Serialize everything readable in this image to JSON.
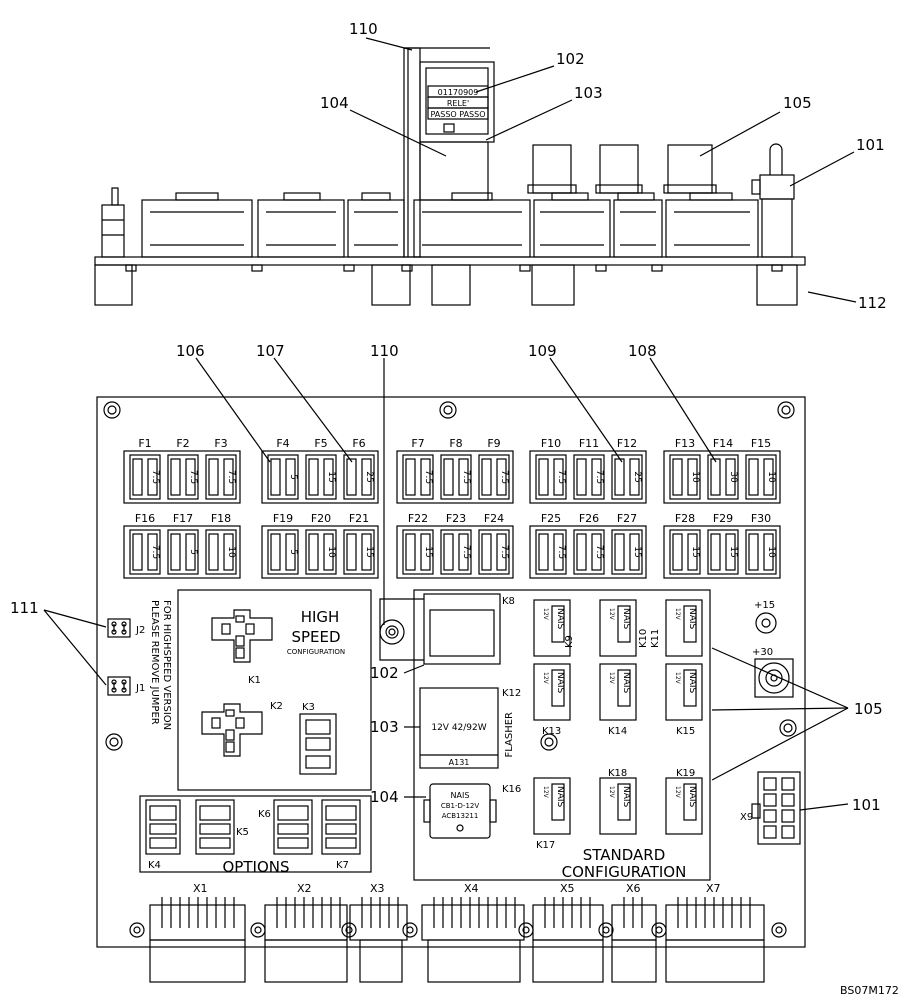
{
  "drawing_ref": "BS07M172",
  "callouts": {
    "c110_top": "110",
    "c102_top": "102",
    "c103_top": "103",
    "c104_top": "104",
    "c105_top": "105",
    "c101_top": "101",
    "c112": "112",
    "c106": "106",
    "c107": "107",
    "c110_mid": "110",
    "c109": "109",
    "c108": "108",
    "c111": "111",
    "c102_mid": "102",
    "c103_mid": "103",
    "c104_mid": "104",
    "c105_right": "105",
    "c101_right": "101"
  },
  "relay_tag": {
    "line1": "01170909",
    "line2": "RELE'",
    "line3": "PASSO PASSO"
  },
  "fuses_row1": [
    {
      "id": "F1",
      "rating": "7.5"
    },
    {
      "id": "F2",
      "rating": "7.5"
    },
    {
      "id": "F3",
      "rating": "7.5"
    },
    {
      "id": "F4",
      "rating": "5"
    },
    {
      "id": "F5",
      "rating": "15"
    },
    {
      "id": "F6",
      "rating": "25"
    },
    {
      "id": "F7",
      "rating": "7.5"
    },
    {
      "id": "F8",
      "rating": "7.5"
    },
    {
      "id": "F9",
      "rating": "7.5"
    },
    {
      "id": "F10",
      "rating": "7.5"
    },
    {
      "id": "F11",
      "rating": "7.5"
    },
    {
      "id": "F12",
      "rating": "25"
    },
    {
      "id": "F13",
      "rating": "10"
    },
    {
      "id": "F14",
      "rating": "30"
    },
    {
      "id": "F15",
      "rating": "10"
    }
  ],
  "fuses_row2": [
    {
      "id": "F16",
      "rating": "7.5"
    },
    {
      "id": "F17",
      "rating": "5"
    },
    {
      "id": "F18",
      "rating": "10"
    },
    {
      "id": "F19",
      "rating": "5"
    },
    {
      "id": "F20",
      "rating": "10"
    },
    {
      "id": "F21",
      "rating": "15"
    },
    {
      "id": "F22",
      "rating": "15"
    },
    {
      "id": "F23",
      "rating": "7.5"
    },
    {
      "id": "F24",
      "rating": "7.5"
    },
    {
      "id": "F25",
      "rating": "7.5"
    },
    {
      "id": "F26",
      "rating": "7.5"
    },
    {
      "id": "F27",
      "rating": "15"
    },
    {
      "id": "F28",
      "rating": "15"
    },
    {
      "id": "F29",
      "rating": "15"
    },
    {
      "id": "F30",
      "rating": "10"
    }
  ],
  "jumpers": {
    "j1": "J1",
    "j2": "J2"
  },
  "jumper_note": {
    "line1": "PLEASE REMOVE JUMPER",
    "line2": "FOR HIGHSPEED VERSION"
  },
  "high_speed": {
    "line1": "HIGH",
    "line2": "SPEED",
    "line3": "CONFIGURATION",
    "k1": "K1",
    "k2": "K2",
    "k3": "K3"
  },
  "options": {
    "title": "OPTIONS",
    "k4": "K4",
    "k5": "K5",
    "k6": "K6",
    "k7": "K7"
  },
  "standard": {
    "line1": "STANDARD",
    "line2": "CONFIGURATION"
  },
  "relays": {
    "k8": "K8",
    "k9": "K9",
    "k10": "K10",
    "k11": "K11",
    "k12": "K12",
    "k13": "K13",
    "k14": "K14",
    "k15": "K15",
    "k16": "K16",
    "k17": "K17",
    "k18": "K18",
    "k19": "K19",
    "nais": "NAIS",
    "coil": "12V"
  },
  "flasher": {
    "spec": "12V 42/92W",
    "code": "A131",
    "label": "FLASHER"
  },
  "timer_relay": {
    "line1": "NAIS",
    "line2": "CB1-D-12V",
    "line3": "ACB13211"
  },
  "terminals": {
    "plus15": "+15",
    "plus30": "+30"
  },
  "connectors": {
    "x1": "X1",
    "x2": "X2",
    "x3": "X3",
    "x4": "X4",
    "x5": "X5",
    "x6": "X6",
    "x7": "X7",
    "x9": "X9"
  }
}
